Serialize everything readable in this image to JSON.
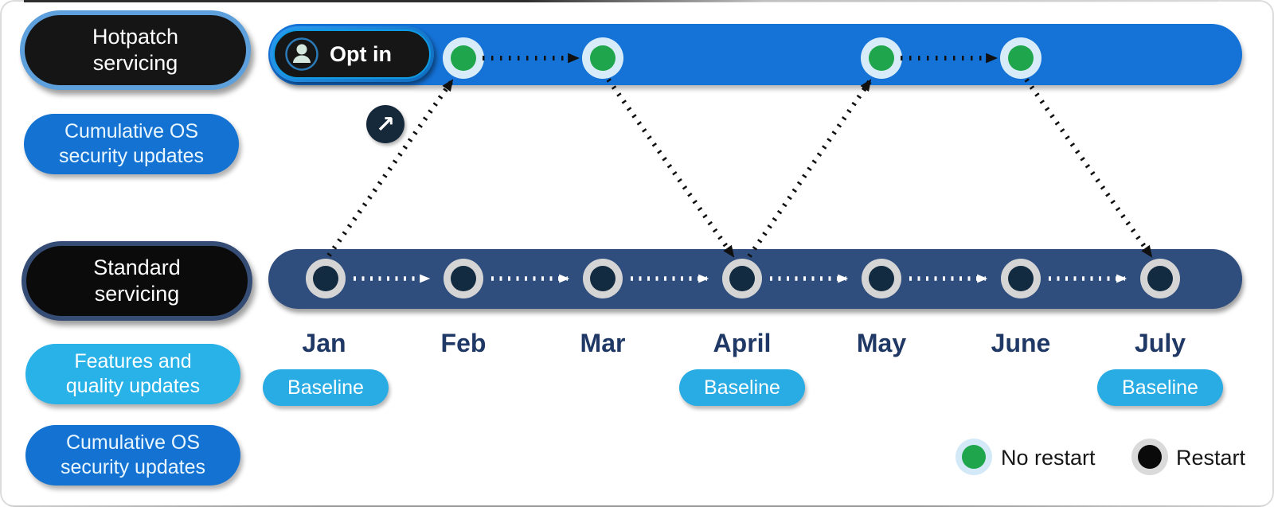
{
  "left_column": {
    "hotpatch_servicing": {
      "line1": "Hotpatch",
      "line2": "servicing"
    },
    "hotpatch_updates": {
      "line1": "Cumulative OS",
      "line2": "security updates"
    },
    "standard_servicing": {
      "line1": "Standard",
      "line2": "servicing"
    },
    "standard_features": {
      "line1": "Features and",
      "line2": "quality updates"
    },
    "standard_updates": {
      "line1": "Cumulative OS",
      "line2": "security updates"
    }
  },
  "opt_in": {
    "label": "Opt in"
  },
  "timeline": {
    "months": [
      "Jan",
      "Feb",
      "Mar",
      "April",
      "May",
      "June",
      "July"
    ],
    "baseline_labels": [
      "Baseline",
      "Baseline",
      "Baseline"
    ],
    "baseline_months": [
      "Jan",
      "April",
      "July"
    ],
    "hotpatch_no_restart_months": [
      "Feb",
      "Mar",
      "May",
      "June"
    ],
    "standard_restart_months": [
      "Jan",
      "Feb",
      "Mar",
      "April",
      "May",
      "June",
      "July"
    ]
  },
  "legend": {
    "items": [
      {
        "label": "No restart",
        "dot_color": "#1FA64C",
        "halo_color": "#D3E9F7"
      },
      {
        "label": "Restart",
        "dot_color": "#0A0A0A",
        "halo_color": "#DADADA"
      }
    ]
  },
  "icons": {
    "north_east_arrow_glyph": "↗",
    "person_icon": "person-in-circle"
  },
  "colors": {
    "hotpatch_bar": "#1573D8",
    "standard_bar": "#2F4E7D",
    "no_restart_green": "#1FA64C",
    "restart_dark": "#132B41",
    "baseline_pill": "#29ACE3",
    "security_updates_pill": "#1473D2",
    "features_pill": "#29B2E8",
    "month_label": "#1F3865",
    "hotpatch_border": "#5EA0DB",
    "standard_border": "#354C74"
  }
}
